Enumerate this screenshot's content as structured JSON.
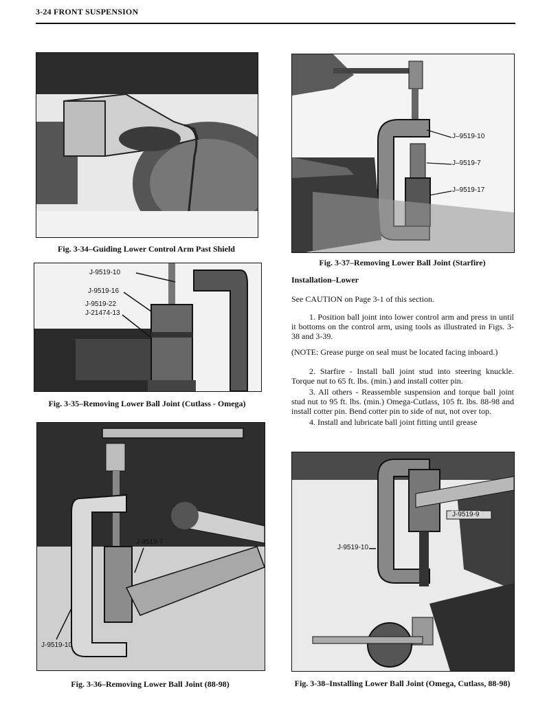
{
  "header": {
    "title": "3-24  FRONT SUSPENSION"
  },
  "figures": {
    "fig334": {
      "caption": "Fig. 3-34–Guiding Lower Control Arm Past Shield"
    },
    "fig335": {
      "caption": "Fig. 3-35–Removing Lower Ball Joint (Cutlass - Omega)",
      "callouts": [
        "J-9519-10",
        "J-9519-16",
        "J-9519-22",
        "J-21474-13"
      ]
    },
    "fig336": {
      "caption": "Fig. 3-36–Removing Lower Ball Joint (88-98)",
      "callouts": [
        "J-9519-7",
        "J-9519-10"
      ]
    },
    "fig337": {
      "caption": "Fig. 3-37–Removing Lower Ball Joint (Starfire)",
      "callouts": [
        "J–9519-10",
        "J–9519-7",
        "J–9519-17"
      ]
    },
    "fig338": {
      "caption": "Fig. 3-38–Installing Lower Ball Joint (Omega, Cutlass, 88-98)",
      "callouts": [
        "J-9519-9",
        "J-9519-10"
      ]
    }
  },
  "text": {
    "heading": "Installation–Lower",
    "caution": "See CAUTION on Page 3-1 of this section.",
    "step1": "1. Position ball joint into lower control arm and press in until it bottoms on the control arm, using tools as illustrated in Figs. 3-38 and 3-39.",
    "note": "(NOTE: Grease purge on seal must be located facing inboard.)",
    "step2": "2. Starfire - Install ball joint stud into steering knuckle. Torque nut to 65 ft. lbs. (min.) and install cotter pin.",
    "step3": "3. All others - Reassemble suspension and torque ball joint stud nut to 95 ft. lbs. (min.) Omega-Cutlass, 105 ft. lbs. 88-98 and install cotter pin. Bend cotter pin to side of nut, not over top.",
    "step4": "4. Install and lubricate ball joint fitting until grease"
  }
}
